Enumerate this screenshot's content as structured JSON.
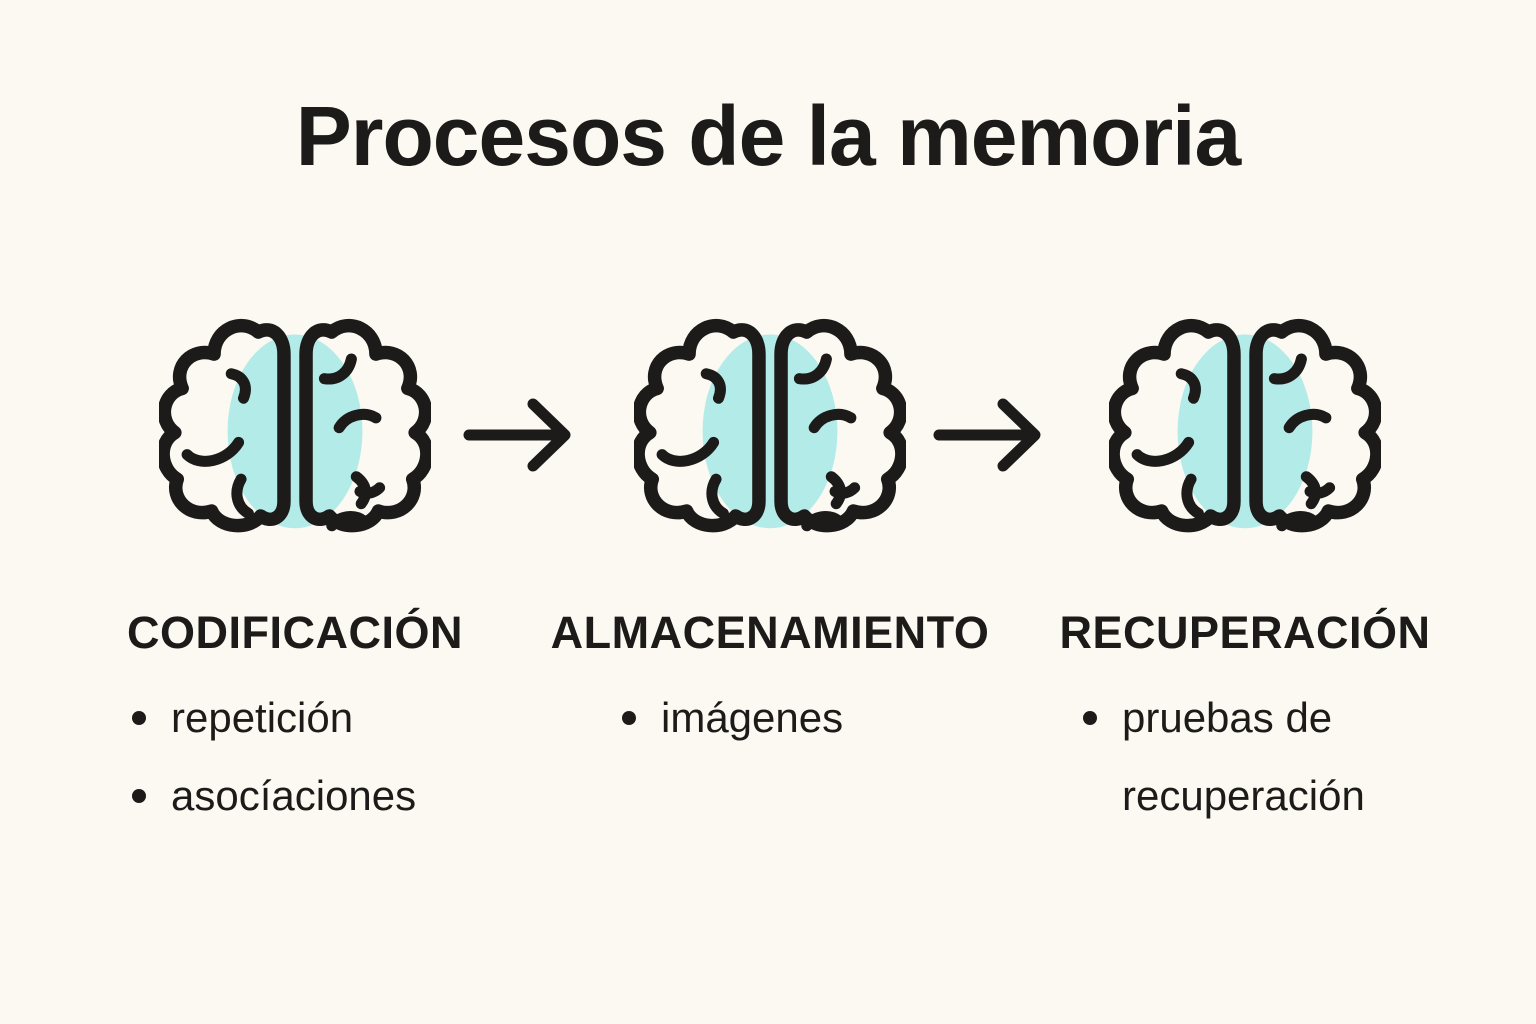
{
  "title": "Procesos de la memoria",
  "colors": {
    "background": "#fbf9f2",
    "ink": "#1c1b19",
    "brain_highlight_teal": "#b3ebe9"
  },
  "steps": [
    {
      "label": "CODIFICACIÓN",
      "bullets": [
        "repetición",
        "asocíaciones"
      ]
    },
    {
      "label": "ALMACENAMIENTO",
      "bullets": [
        "imágenes"
      ]
    },
    {
      "label": "RECUPERACIÓN",
      "bullets": [
        "pruebas de recuperación"
      ]
    }
  ],
  "icons": {
    "brain": "brain-icon",
    "arrow": "arrow-right-icon"
  }
}
